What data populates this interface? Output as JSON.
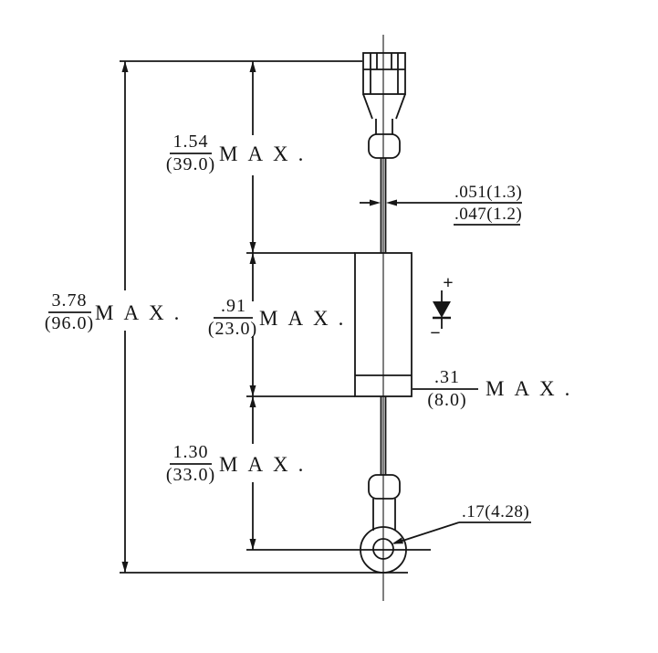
{
  "meta": {
    "ink_color": "#161616",
    "background_color": "#ffffff"
  },
  "dims": {
    "overall": {
      "in": "3.78",
      "mm": "(96.0)",
      "max": "MAX."
    },
    "top": {
      "in": "1.54",
      "mm": "(39.0)",
      "max": "MAX."
    },
    "body": {
      "in": ".91",
      "mm": "(23.0)",
      "max": "MAX."
    },
    "bottom": {
      "in": "1.30",
      "mm": "(33.0)",
      "max": "MAX."
    },
    "diameter": {
      "in": ".31",
      "mm": "(8.0)",
      "max": "MAX."
    },
    "lead": {
      "upper": ".051(1.3)",
      "lower": ".047(1.2)"
    },
    "hole": ".17(4.28)"
  },
  "polarity": {
    "plus": "+",
    "minus": "−"
  }
}
